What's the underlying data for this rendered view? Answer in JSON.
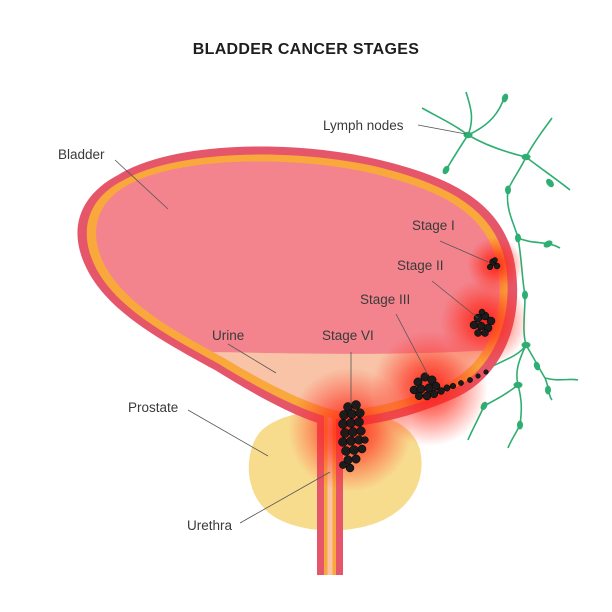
{
  "title": "BLADDER CANCER STAGES",
  "labels": {
    "lymph_nodes": "Lymph nodes",
    "bladder": "Bladder",
    "stage_1": "Stage I",
    "stage_2": "Stage II",
    "stage_3": "Stage III",
    "stage_vi": "Stage VI",
    "urine": "Urine",
    "prostate": "Prostate",
    "urethra": "Urethra"
  },
  "colors": {
    "bladder_wall": "#e5566a",
    "bladder_inner": "#f3848e",
    "lining": "#f9a93b",
    "urine": "#f8c3a6",
    "prostate": "#f8dc8e",
    "tumor": "#1c1c1c",
    "inflammation": "#ff2a1a",
    "lymph": "#2fae72"
  }
}
